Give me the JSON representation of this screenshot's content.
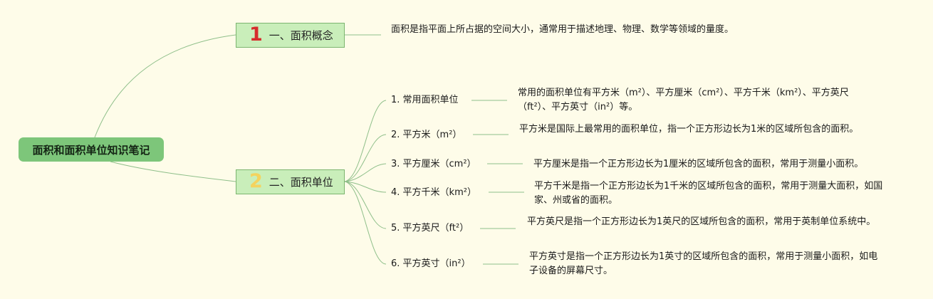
{
  "root": {
    "label": "面积和面积单位知识笔记"
  },
  "branches": [
    {
      "num": "1",
      "label": "一、面积概念",
      "note": "面积是指平面上所占据的空间大小，通常用于描述地理、物理、数学等领域的量度。"
    },
    {
      "num": "2",
      "label": "二、面积单位",
      "children": [
        {
          "label": "1. 常用面积单位",
          "note": "常用的面积单位有平方米（m²）、平方厘米（cm²）、平方千米（km²）、平方英尺（ft²）、平方英寸（in²）等。"
        },
        {
          "label": "2. 平方米（m²）",
          "note": "平方米是国际上最常用的面积单位，指一个正方形边长为1米的区域所包含的面积。"
        },
        {
          "label": "3. 平方厘米（cm²）",
          "note": "平方厘米是指一个正方形边长为1厘米的区域所包含的面积，常用于测量小面积。"
        },
        {
          "label": "4. 平方千米（km²）",
          "note": "平方千米是指一个正方形边长为1千米的区域所包含的面积，常用于测量大面积，如国家、州或省的面积。"
        },
        {
          "label": "5. 平方英尺（ft²）",
          "note": "平方英尺是指一个正方形边长为1英尺的区域所包含的面积，常用于英制单位系统中。"
        },
        {
          "label": "6. 平方英寸（in²）",
          "note": "平方英寸是指一个正方形边长为1英寸的区域所包含的面积，常用于测量小面积，如电子设备的屏幕尺寸。"
        }
      ]
    }
  ],
  "colors": {
    "background": "#fefce9",
    "root": "#7dc67a",
    "branch": "#c9eeba",
    "link": "#8fbf8a"
  }
}
